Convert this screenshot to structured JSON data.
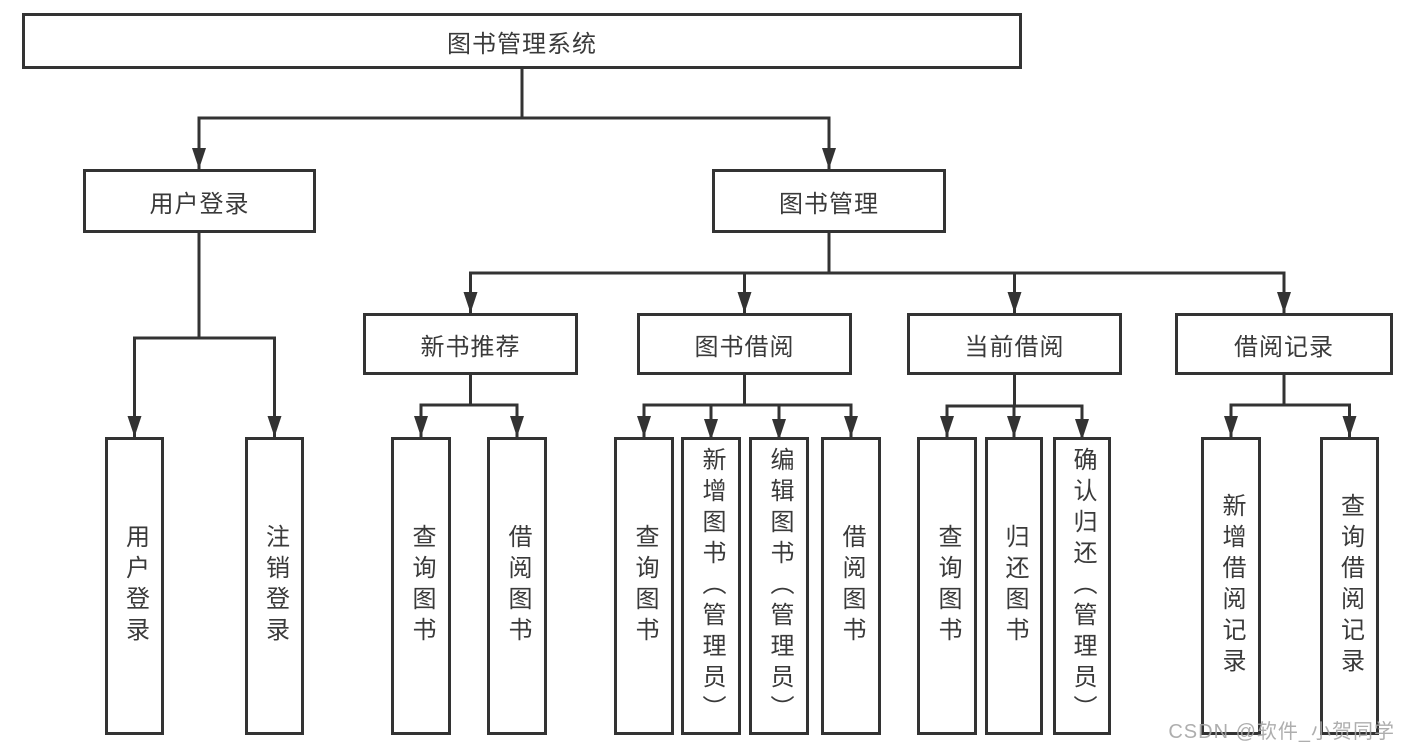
{
  "colors": {
    "line": "#333333",
    "box_border": "#333333",
    "text": "#3a3a3a",
    "background": "#ffffff",
    "watermark": "#a5a5a5"
  },
  "diagram": {
    "nodes": {
      "root": "图书管理系统",
      "user_login": "用户登录",
      "book_mgmt": "图书管理",
      "new_book_rec": "新书推荐",
      "book_borrow": "图书借阅",
      "current_borrow": "当前借阅",
      "borrow_records": "借阅记录",
      "leaf_user_login": "用户登录",
      "leaf_logout": "注销登录",
      "leaf_nb_query": "查询图书",
      "leaf_nb_borrow": "借阅图书",
      "leaf_bb_query": "查询图书",
      "leaf_bb_add": "新增图书（管理员）",
      "leaf_bb_edit": "编辑图书（管理员）",
      "leaf_bb_borrow": "借阅图书",
      "leaf_cb_query": "查询图书",
      "leaf_cb_return": "归还图书",
      "leaf_cb_confirm": "确认归还（管理员）",
      "leaf_br_add": "新增借阅记录",
      "leaf_br_query": "查询借阅记录"
    },
    "watermark": "CSDN @软件_小贺同学"
  }
}
